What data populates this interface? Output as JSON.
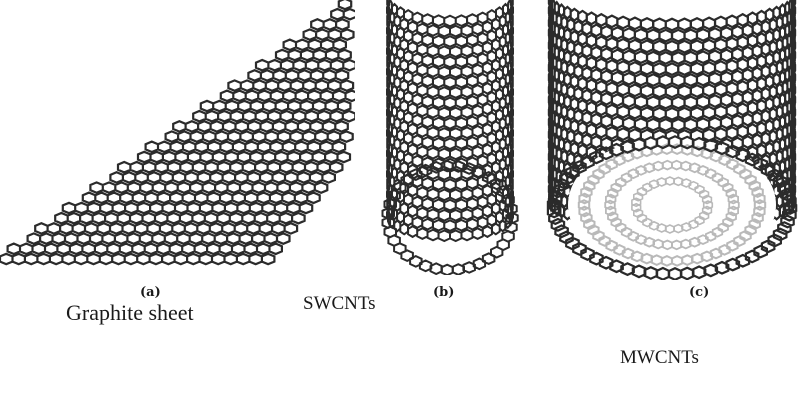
{
  "figure": {
    "panels": [
      {
        "id": "a",
        "tag": "(a)",
        "name": "Graphite sheet",
        "structure": "graphene-sheet"
      },
      {
        "id": "b",
        "tag": "(b)",
        "name": "SWCNTs",
        "structure": "single-wall-nanotube"
      },
      {
        "id": "c",
        "tag": "(c)",
        "name": "MWCNTs",
        "structure": "multi-wall-nanotube"
      }
    ],
    "colors": {
      "bond": "#2b2b2b",
      "inner_bond": "#b9b9b9",
      "inner_fill": "#ffffff",
      "background": "#ffffff"
    }
  }
}
